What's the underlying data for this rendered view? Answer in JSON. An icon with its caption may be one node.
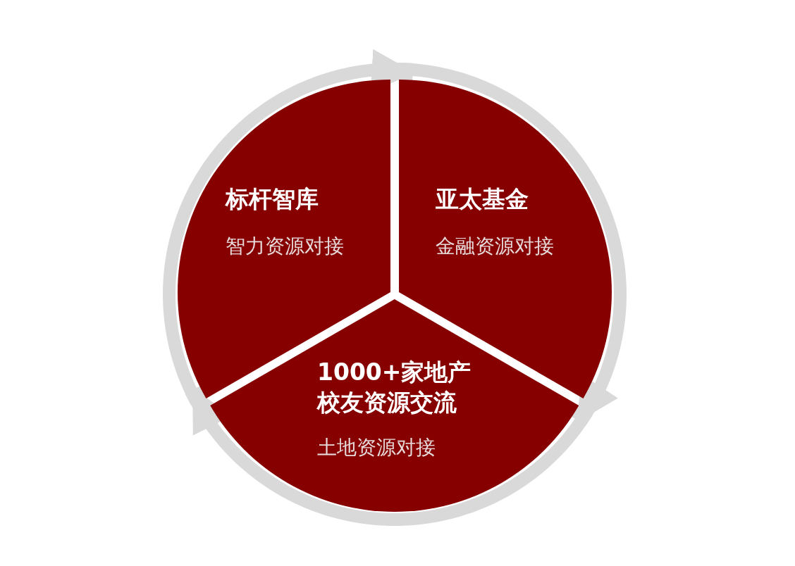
{
  "diagram": {
    "nodes": [
      {
        "text": [
          "标杆智库",
          "智力资源对接"
        ]
      },
      {
        "text": [
          "亚太基金",
          "金融资源对接"
        ]
      },
      {
        "text": [
          "1000+家地产校友资源交流",
          "土地资源对接"
        ]
      }
    ],
    "edges": [
      {
        "from": 0,
        "to": 1,
        "arrow": "to"
      },
      {
        "from": 1,
        "to": 2,
        "arrow": "to"
      },
      {
        "from": 2,
        "to": 0,
        "arrow": "to"
      }
    ]
  }
}
